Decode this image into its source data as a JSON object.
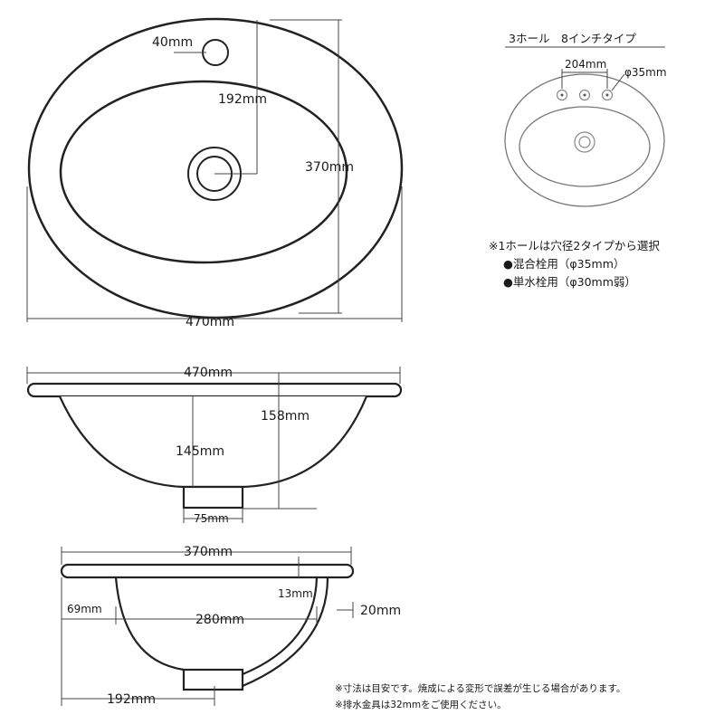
{
  "top_view": {
    "hole_diameter": "40mm",
    "offset": "192mm",
    "depth": "370mm",
    "width": "470mm"
  },
  "side_view": {
    "width": "470mm",
    "total_height": "158mm",
    "bowl_depth": "145mm",
    "drain_width": "75mm"
  },
  "front_view": {
    "width": "370mm",
    "rim_thickness": "13mm",
    "left_offset": "69mm",
    "inner_width": "280mm",
    "right_offset": "20mm",
    "drain_offset": "192mm"
  },
  "inset": {
    "title": "3ホール　8インチタイプ",
    "hole_spacing": "204mm",
    "hole_diameter": "φ35mm"
  },
  "notes": {
    "heading": "※1ホールは穴径2タイプから選択",
    "option_1": "●混合栓用（φ35mm）",
    "option_2": "●単水栓用（φ30mm弱）",
    "footer_1": "※寸法は目安です。焼成による変形で誤差が生じる場合があります。",
    "footer_2": "※排水金具は32mmをご使用ください。"
  }
}
